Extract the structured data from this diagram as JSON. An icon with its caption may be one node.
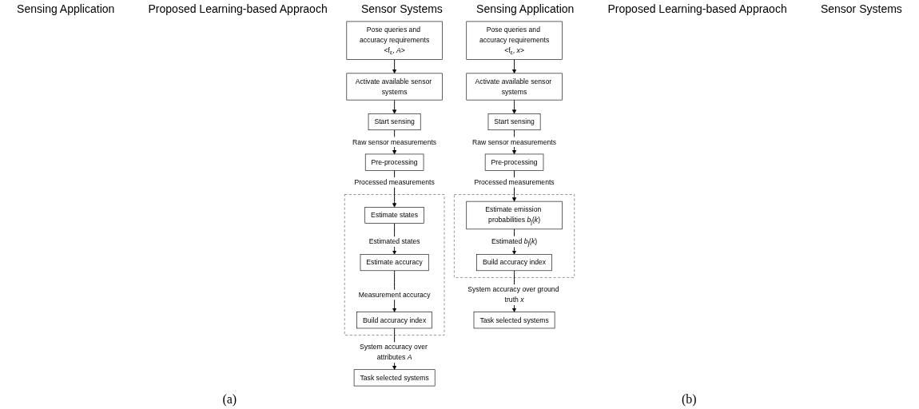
{
  "diagram": {
    "nodes": [
      {
        "text": [
          "Pose queries and accuracy requirements",
          "<f$_{ε}$, *A*>"
        ]
      },
      {
        "text": [
          "Activate available sensor systems"
        ]
      },
      {
        "text": [
          "Start sensing"
        ]
      },
      {
        "text": [
          "Pre-processing"
        ]
      },
      {
        "text": [],
        "shape": "box"
      },
      {
        "text": [
          "Estimate states"
        ],
        "in": 4
      },
      {
        "text": [
          "Estimate accuracy"
        ],
        "in": 4
      },
      {
        "text": [
          "Build accuracy index"
        ],
        "in": 4
      },
      {
        "text": [
          "Task selected systems"
        ]
      },
      {
        "text": [
          "Pose queries and accuracy requirements",
          "<f$_{ε}$, *x*>"
        ]
      },
      {
        "text": [
          "Activate available sensor systems"
        ]
      },
      {
        "text": [
          "Start sensing"
        ]
      },
      {
        "text": [
          "Pre-processing"
        ]
      },
      {
        "text": [],
        "shape": "box"
      },
      {
        "text": [
          "Estimate emission probabilities *b*$_{j}$(*k*)"
        ],
        "in": 13
      },
      {
        "text": [
          "Build accuracy index"
        ],
        "in": 13
      },
      {
        "text": [
          "Task selected systems"
        ]
      }
    ],
    "edges": [
      {
        "from": 0,
        "to": 1,
        "arrow": "to"
      },
      {
        "from": 1,
        "to": 2,
        "arrow": "to"
      },
      {
        "from": 2,
        "to": 3,
        "arrow": "to",
        "label": "Raw sensor measurements"
      },
      {
        "from": 3,
        "to": 5,
        "arrow": "to",
        "label": "Processed measurements"
      },
      {
        "from": 5,
        "to": 6,
        "arrow": "to",
        "label": "Estimated states"
      },
      {
        "from": 6,
        "to": 7,
        "arrow": "to",
        "label": "Measurement accuracy"
      },
      {
        "from": 7,
        "to": 8,
        "arrow": "to",
        "label": "System accuracy over attributes *A*"
      },
      {
        "from": 9,
        "to": 10,
        "arrow": "to"
      },
      {
        "from": 10,
        "to": 11,
        "arrow": "to"
      },
      {
        "from": 11,
        "to": 12,
        "arrow": "to",
        "label": "Raw sensor measurements"
      },
      {
        "from": 12,
        "to": 14,
        "arrow": "to",
        "label": "Processed measurements"
      },
      {
        "from": 14,
        "to": 15,
        "arrow": "to",
        "label": "Estimated *b*$_{j}$(*k*)"
      },
      {
        "from": 15,
        "to": 16,
        "arrow": "to",
        "label": "System accuracy over ground truth *x*"
      }
    ],
    "labels": [
      "Sensing Application",
      "Proposed Learning-based Appraoch",
      "Sensor Systems",
      "Sensing Application",
      "Proposed Learning-based Appraoch",
      "Sensor Systems",
      "(a)",
      "(b)"
    ]
  }
}
